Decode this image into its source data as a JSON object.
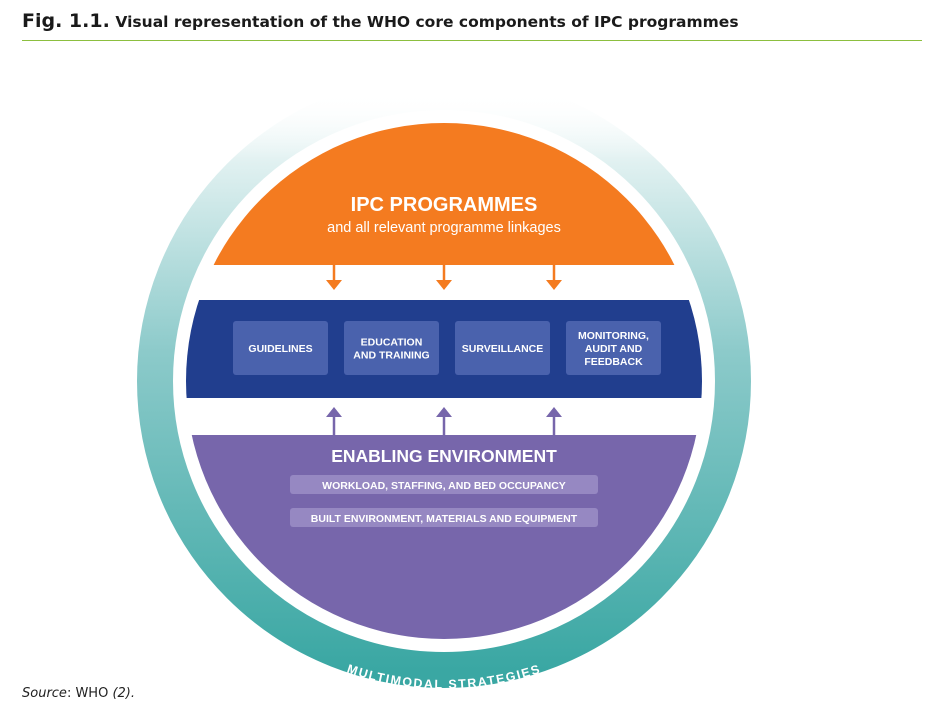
{
  "title": {
    "number": "Fig. 1.1.",
    "text": "Visual representation of the WHO core components of IPC programmes"
  },
  "top": {
    "heading": "IPC PROGRAMMES",
    "subheading": "and all relevant programme linkages"
  },
  "components": [
    [
      "GUIDELINES"
    ],
    [
      "EDUCATION",
      "AND TRAINING"
    ],
    [
      "SURVEILLANCE"
    ],
    [
      "MONITORING,",
      "AUDIT AND",
      "FEEDBACK"
    ]
  ],
  "bottom": {
    "heading": "ENABLING ENVIRONMENT",
    "items": [
      "WORKLOAD, STAFFING, AND BED OCCUPANCY",
      "BUILT ENVIRONMENT, MATERIALS AND EQUIPMENT"
    ]
  },
  "ring_label": "MULTIMODAL STRATEGIES",
  "source": {
    "label": "Source",
    "org": "WHO",
    "ref": "(2)."
  },
  "colors": {
    "orange": "#f47b20",
    "navy": "#213e8e",
    "navy_box": "#4a62ad",
    "purple": "#7766ab",
    "purple_box": "#9688c2",
    "teal": "#3aa7a3",
    "teal_light": "#c6e6e6",
    "rule": "#8cbf3f"
  }
}
